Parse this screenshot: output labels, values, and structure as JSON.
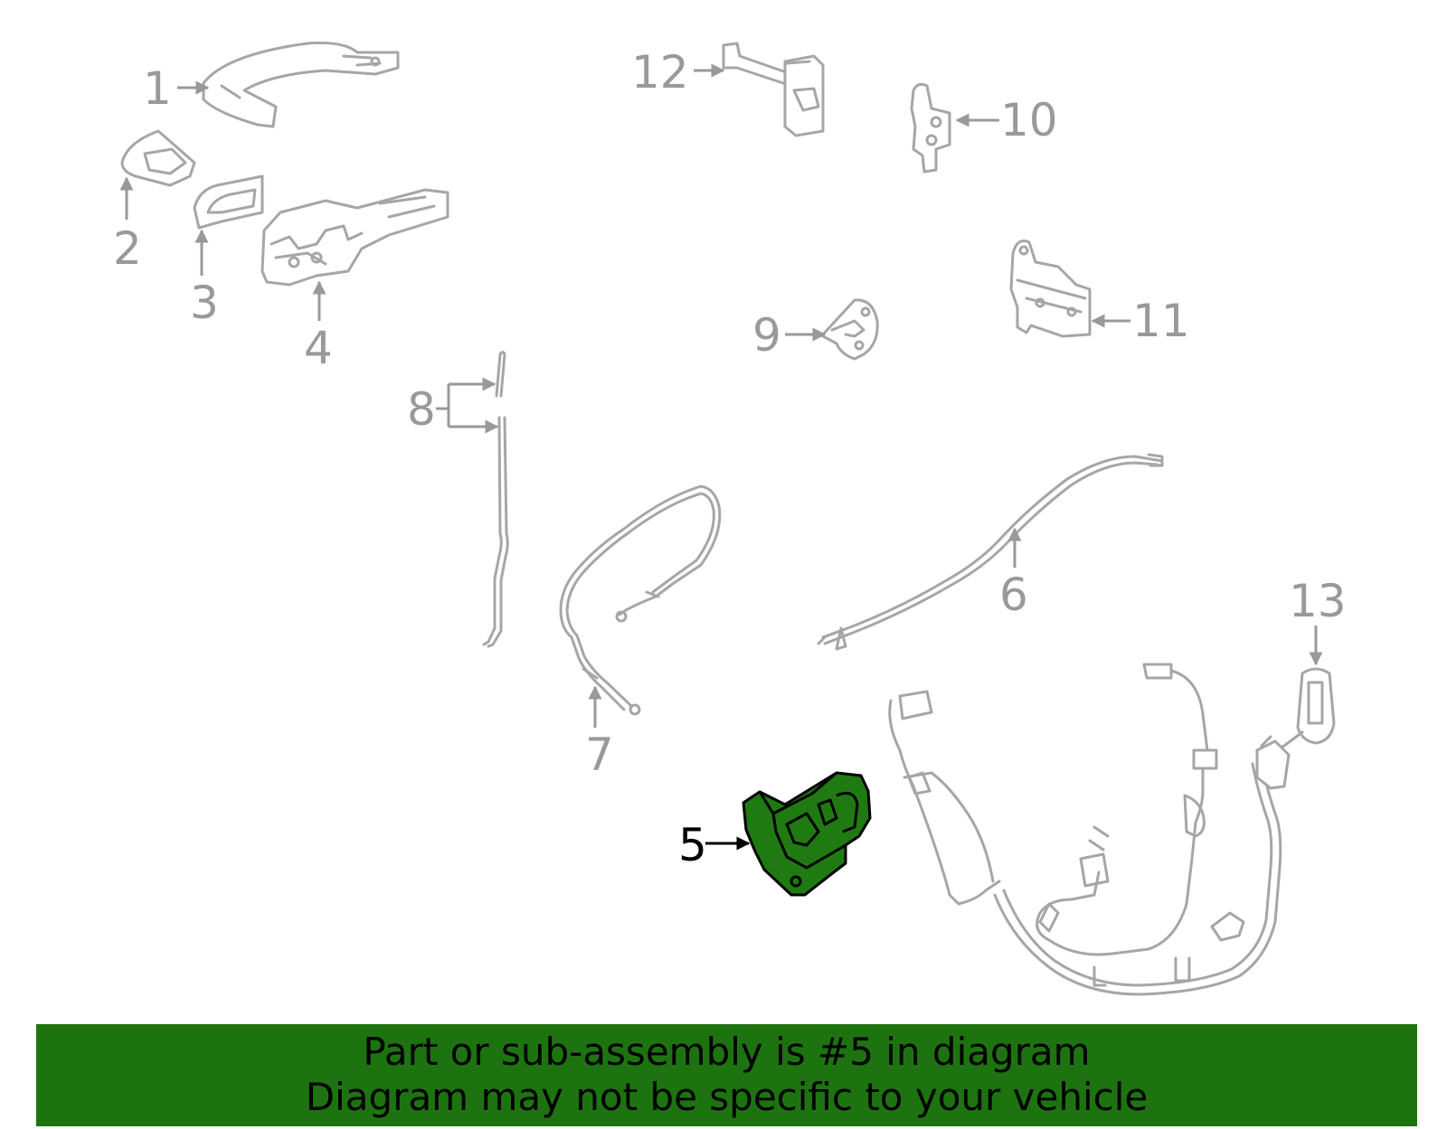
{
  "diagram": {
    "callouts": [
      {
        "id": "1",
        "label": "1"
      },
      {
        "id": "2",
        "label": "2"
      },
      {
        "id": "3",
        "label": "3"
      },
      {
        "id": "4",
        "label": "4"
      },
      {
        "id": "5",
        "label": "5"
      },
      {
        "id": "6",
        "label": "6"
      },
      {
        "id": "7",
        "label": "7"
      },
      {
        "id": "8",
        "label": "8"
      },
      {
        "id": "9",
        "label": "9"
      },
      {
        "id": "10",
        "label": "10"
      },
      {
        "id": "11",
        "label": "11"
      },
      {
        "id": "12",
        "label": "12"
      },
      {
        "id": "13",
        "label": "13"
      }
    ],
    "highlighted_part": "5",
    "colors": {
      "highlight": "#1f7a12",
      "parts": "#a6a6a6",
      "banner": "#1e7311"
    }
  },
  "banner": {
    "line1": "Part or sub-assembly is #5 in diagram",
    "line2": "Diagram may not be specific to your vehicle"
  }
}
